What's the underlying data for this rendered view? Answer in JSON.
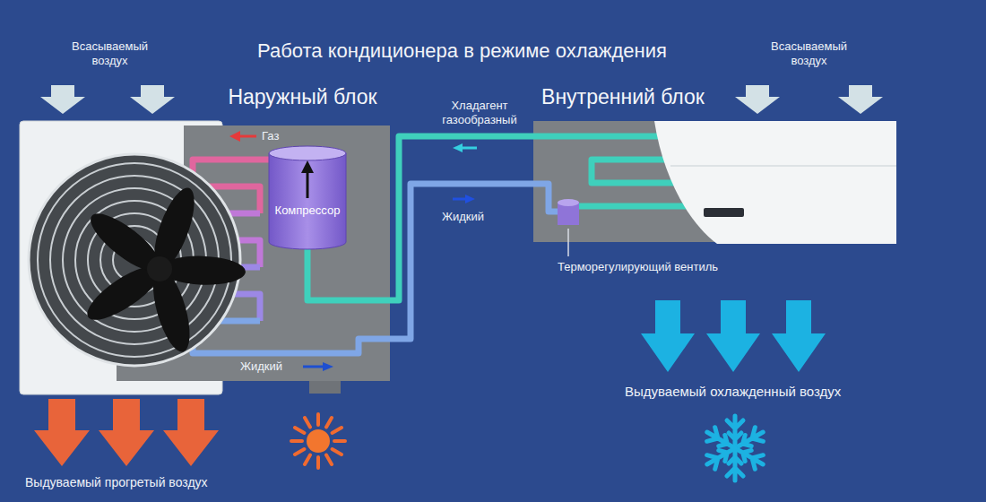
{
  "diagram": {
    "title": "Работа кондиционера в режиме охлаждения",
    "nodes": [
      {
        "text": [
          "Наружный блок"
        ]
      },
      {
        "text": [
          "Компрессор"
        ],
        "in": 0
      },
      {
        "text": [
          "Внутренний блок"
        ]
      }
    ],
    "edges": [
      {
        "from": 2,
        "to": 1,
        "arrow": "none",
        "label": "Хладагент газообразный"
      },
      {
        "from": 0,
        "to": 2,
        "arrow": "none",
        "label": "Жидкий"
      }
    ],
    "labels": [
      "Всасываемый воздух",
      "Всасываемый воздух",
      "Газ",
      "Жидкий",
      "Терморегулирующий вентиль",
      "Выдуваемый охлажденный воздух",
      "Выдуваемый прогретый воздух"
    ]
  }
}
